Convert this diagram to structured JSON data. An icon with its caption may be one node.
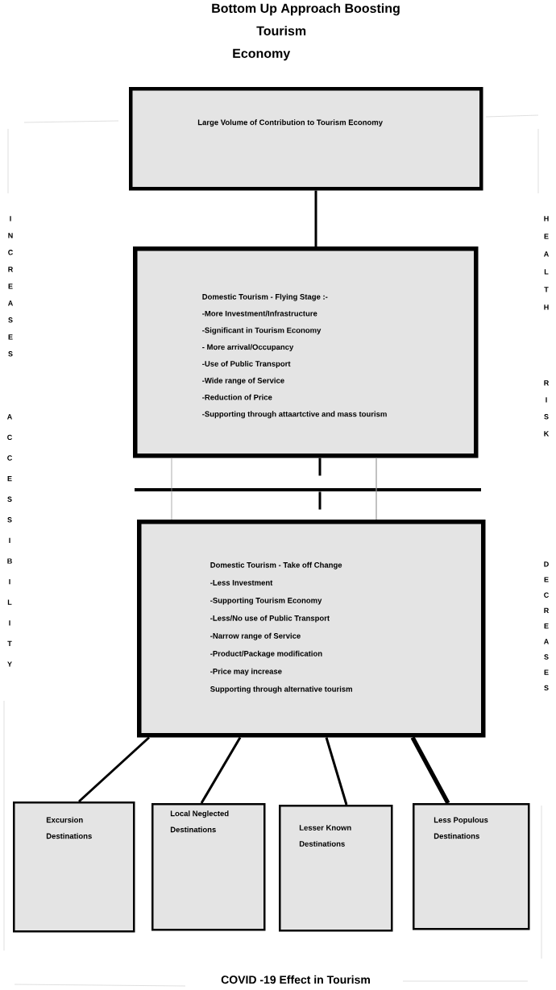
{
  "diagram": {
    "title": "Bottom Up Approach Boosting Tourism Economy",
    "caption": "COVID -19 Effect in Tourism",
    "nodes": [
      {
        "text": [
          "Large Volume of Contribution to Tourism Economy"
        ]
      },
      {
        "text": [
          "Domestic Tourism - Flying Stage :-",
          "-More Investment/Infrastructure",
          "-Significant in Tourism Economy",
          "- More arrival/Occupancy",
          "-Use of Public Transport",
          "-Wide range of Service",
          "-Reduction of Price",
          "-Supporting through attaartctive and mass tourism"
        ]
      },
      {
        "text": [
          "Domestic Tourism - Take off Change",
          "-Less Investment",
          "-Supporting Tourism Economy",
          "-Less/No use of Public Transport",
          "-Narrow range of Service",
          "-Product/Package modification",
          "-Price may increase",
          "Supporting through alternative tourism"
        ]
      },
      {
        "text": [
          "Excursion Destinations"
        ]
      },
      {
        "text": [
          "Local Neglected Destinations"
        ]
      },
      {
        "text": [
          "Lesser Known Destinations"
        ]
      },
      {
        "text": [
          "Less Populous Destinations"
        ]
      }
    ],
    "edges": [
      {
        "from": 0,
        "to": 1,
        "arrow": "none"
      },
      {
        "from": 1,
        "to": 2,
        "arrow": "none",
        "style": "dashed"
      },
      {
        "from": 1,
        "to": 2,
        "arrow": "none",
        "color": "#999999"
      },
      {
        "from": 1,
        "to": 2,
        "arrow": "none",
        "color": "#999999"
      },
      {
        "from": 2,
        "to": 3,
        "arrow": "none"
      },
      {
        "from": 2,
        "to": 4,
        "arrow": "none"
      },
      {
        "from": 2,
        "to": 5,
        "arrow": "none"
      },
      {
        "from": 2,
        "to": 6,
        "arrow": "none",
        "style": "thick"
      }
    ],
    "labels": [
      "INCREASES",
      "HEALTH",
      "RISK",
      "ACCESSIBILITY",
      "DECREASES"
    ]
  }
}
